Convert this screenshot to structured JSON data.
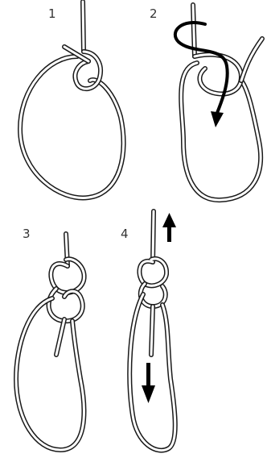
{
  "steps": [
    {
      "number": "1"
    },
    {
      "number": "2"
    },
    {
      "number": "3"
    },
    {
      "number": "4"
    }
  ],
  "colors": {
    "rope_outline": "#1a1a1a",
    "rope_fill": "#ffffff",
    "arrow": "#000000",
    "background": "#ffffff"
  },
  "icons": {
    "move_arrow": "curved-arrow-icon",
    "pull_up": "arrow-up-icon",
    "pull_down": "arrow-down-icon"
  }
}
